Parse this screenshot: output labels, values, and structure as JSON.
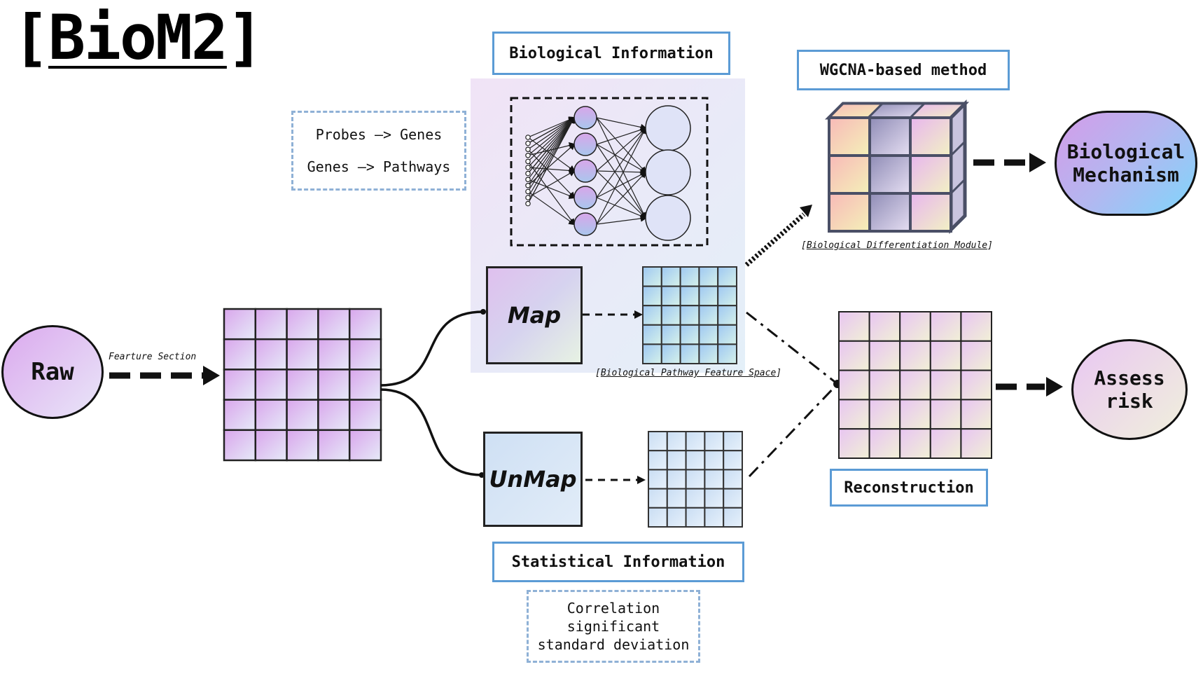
{
  "title": {
    "bracket_open": "[",
    "name": "BioM2",
    "bracket_close": "]"
  },
  "labels": {
    "biological_information": "Biological Information",
    "wgcna": "WGCNA-based method",
    "statistical_information": "Statistical Information",
    "reconstruction": "Reconstruction"
  },
  "mapping_notes": {
    "line1": "Probes —> Genes",
    "line2": "Genes —> Pathways"
  },
  "stat_notes": {
    "line1": "Correlation",
    "line2": "significant",
    "line3": "standard deviation"
  },
  "nodes": {
    "raw": "Raw",
    "biological_mechanism_1": "Biological",
    "biological_mechanism_2": "Mechanism",
    "assess_risk_1": "Assess",
    "assess_risk_2": "risk"
  },
  "boxes": {
    "map": "Map",
    "unmap": "UnMap"
  },
  "captions": {
    "feature_section": "Fearture Section",
    "pathway_space": "Biological Pathway Feature Space",
    "diff_module": "Biological Differentiation Module",
    "bracket_open": "[",
    "bracket_close": "]"
  },
  "colors": {
    "label_border": "#5b9bd5",
    "dash_border": "#8fb1d6",
    "stroke": "#111111"
  }
}
